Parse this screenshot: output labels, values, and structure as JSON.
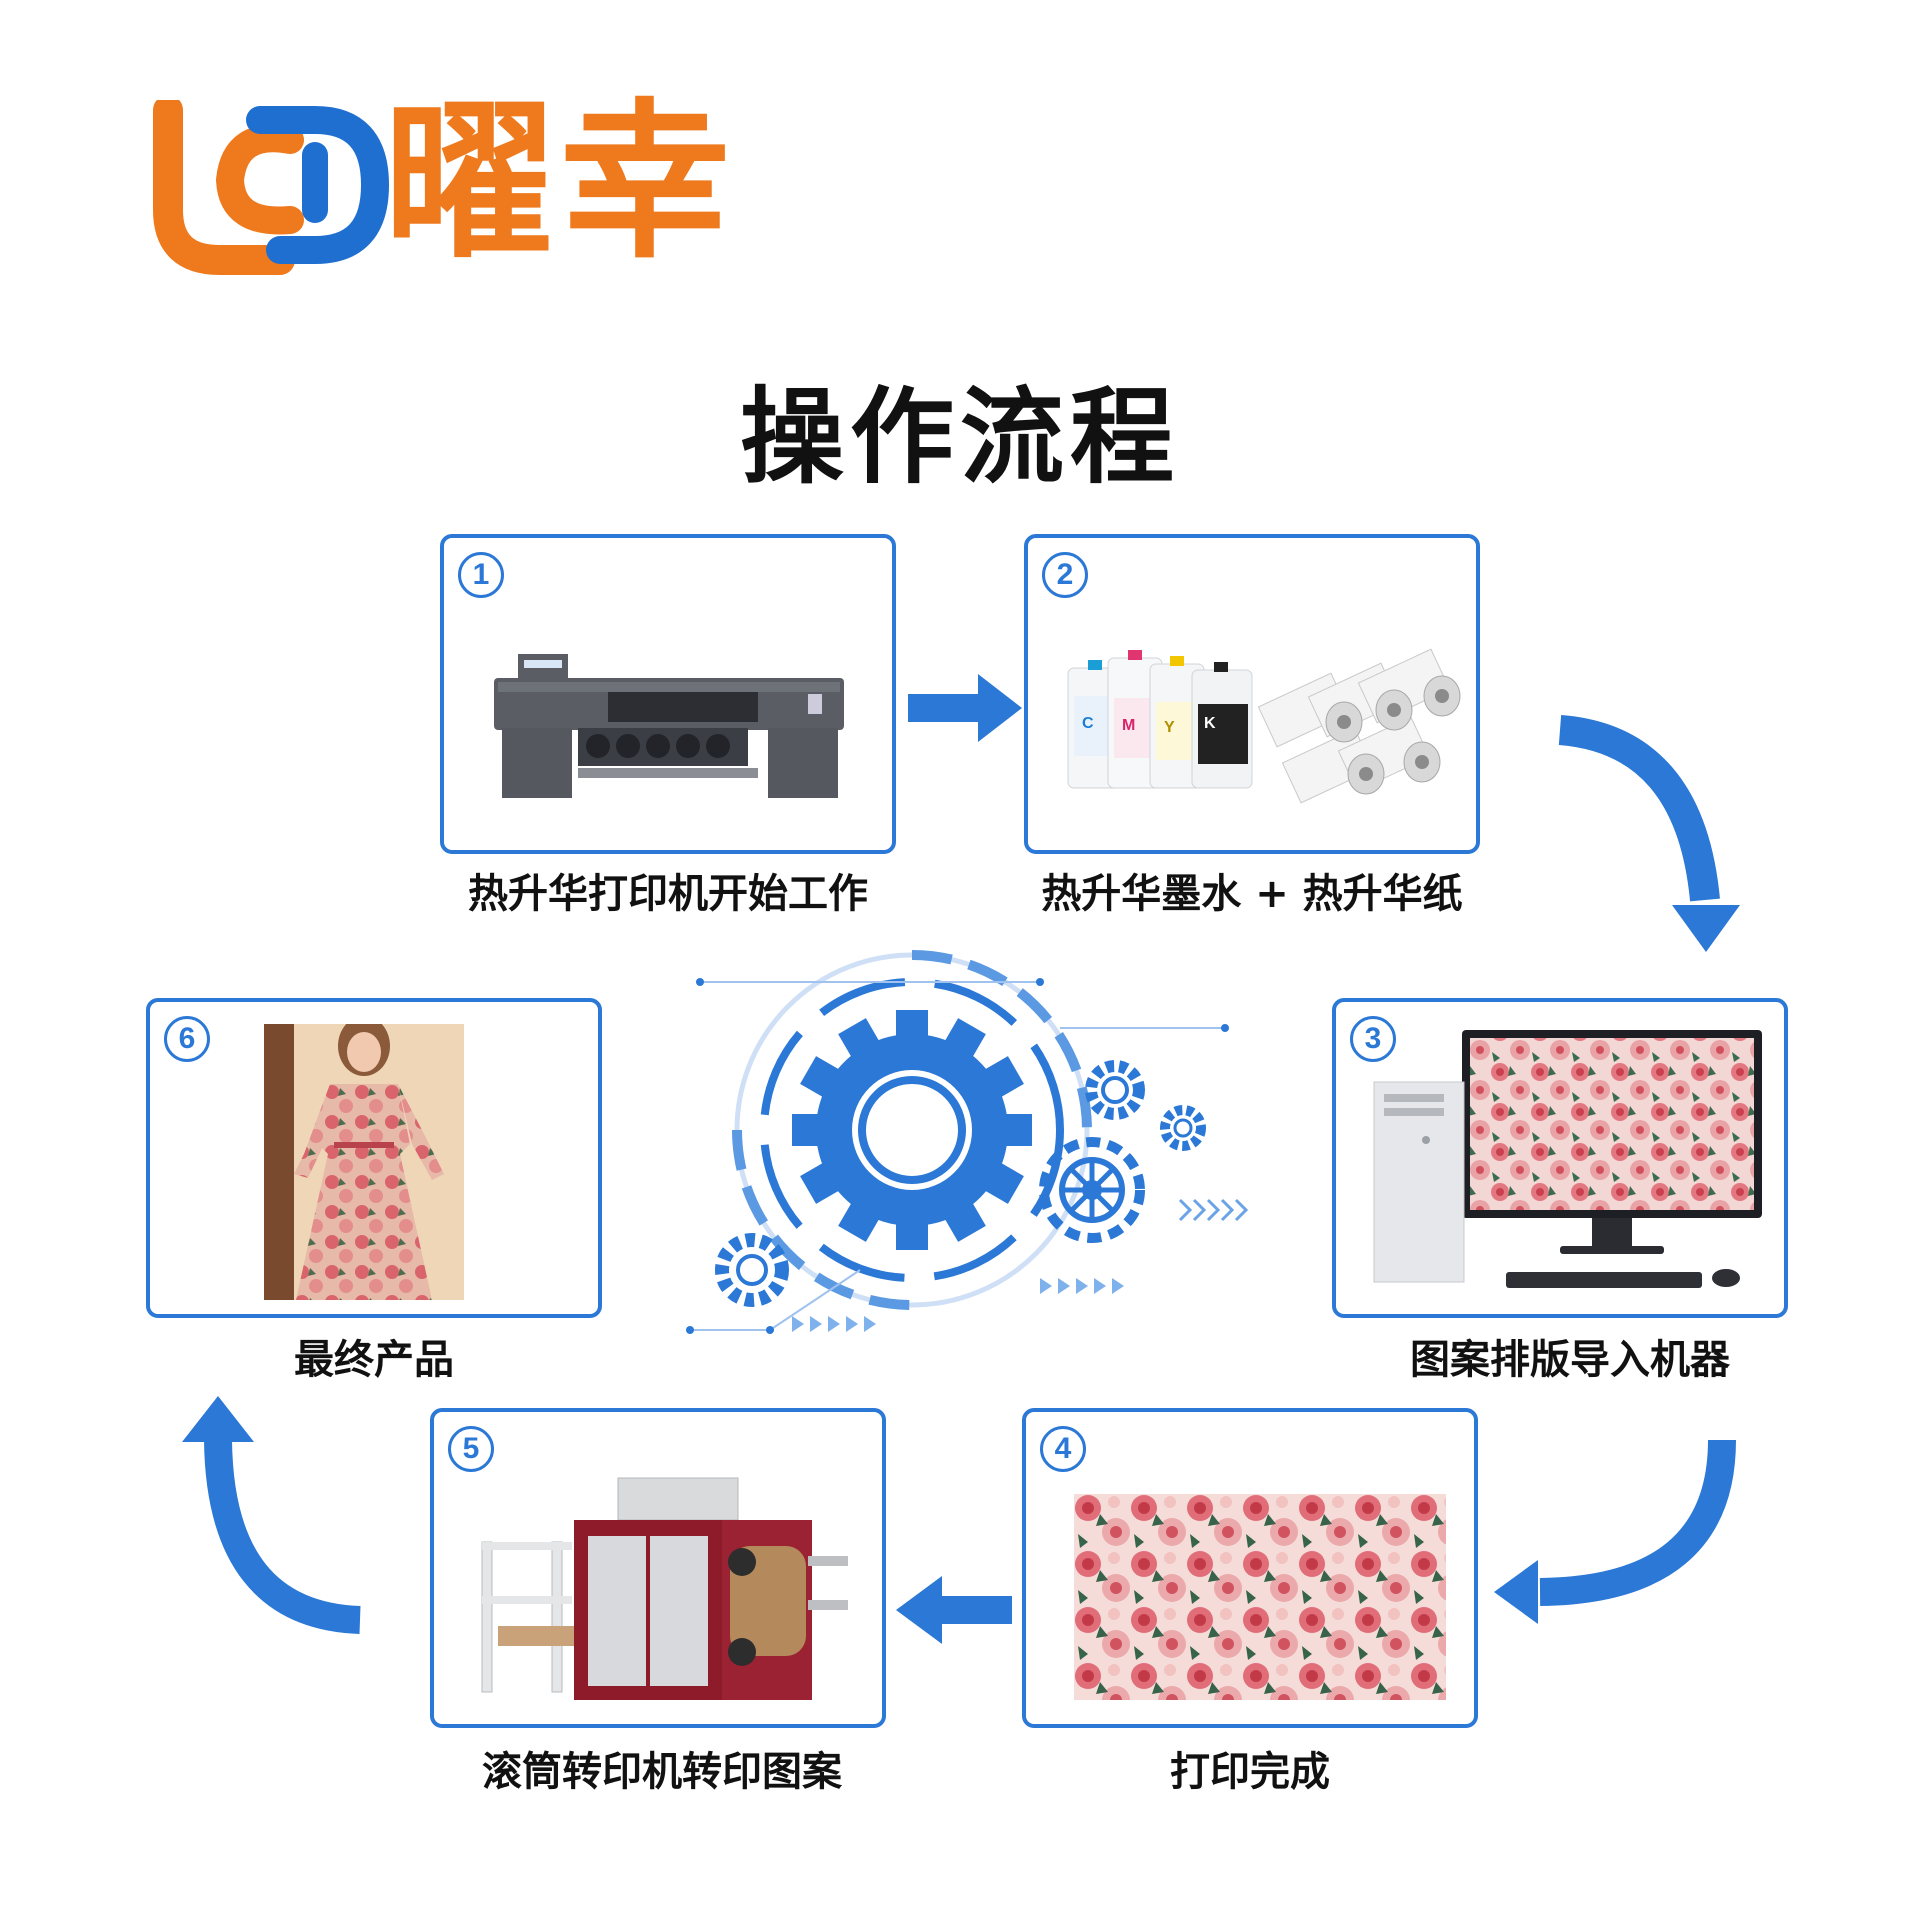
{
  "brand": {
    "name": "曜幸"
  },
  "title": "操作流程",
  "steps": [
    {
      "num": "1",
      "caption": "热升华打印机开始工作",
      "image": "sublimation-printer"
    },
    {
      "num": "2",
      "caption": "热升华墨水 + 热升华纸",
      "image": "ink-bottles-and-paper-rolls",
      "ink_labels": [
        "C",
        "M",
        "Y",
        "K"
      ]
    },
    {
      "num": "3",
      "caption": "图案排版导入机器",
      "image": "computer-with-floral-pattern"
    },
    {
      "num": "4",
      "caption": "打印完成",
      "image": "printed-floral-fabric"
    },
    {
      "num": "5",
      "caption": "滚筒转印机转印图案",
      "image": "roller-heat-press"
    },
    {
      "num": "6",
      "caption": "最终产品",
      "image": "floral-dress"
    }
  ],
  "colors": {
    "accent": "#2b78d6",
    "brand_orange": "#ef7a1e",
    "brand_blue": "#1f6fd1"
  }
}
